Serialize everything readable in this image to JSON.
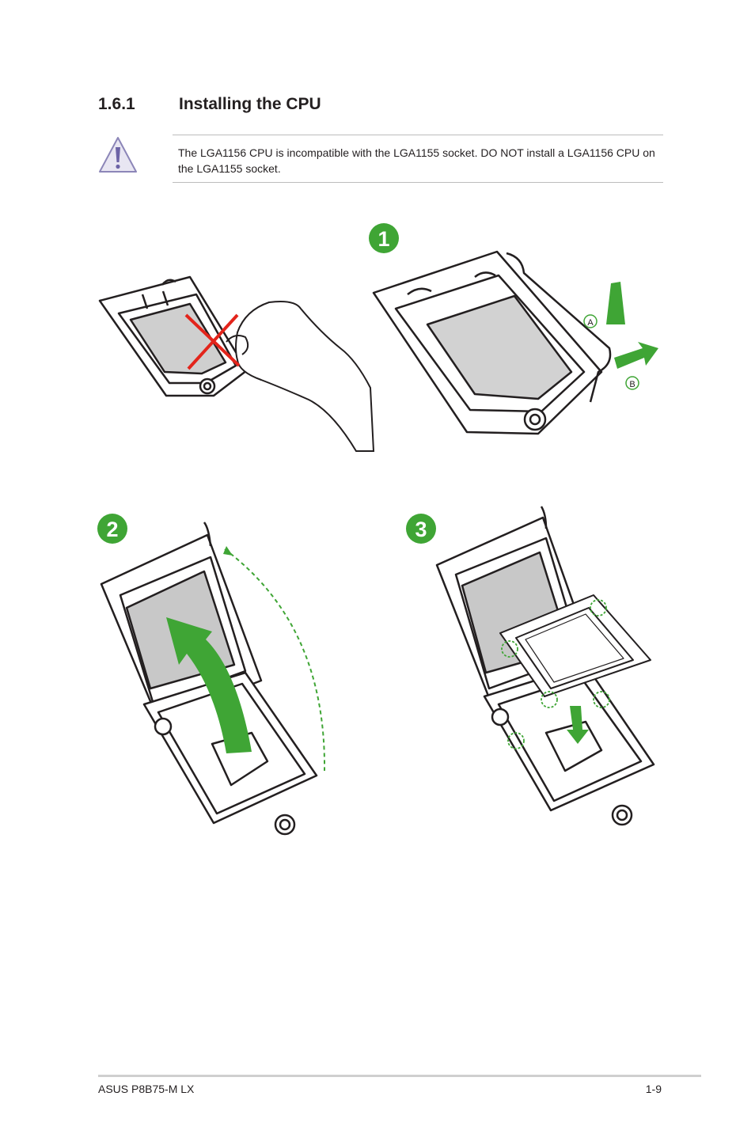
{
  "section": {
    "number": "1.6.1",
    "title": "Installing the CPU"
  },
  "note": {
    "icon": "warning-triangle-icon",
    "text": "The LGA1156 CPU is incompatible with the LGA1155 socket. DO NOT install a LGA1156 CPU on the LGA1155 socket."
  },
  "figure": {
    "step_labels": [
      "1",
      "2",
      "3"
    ],
    "sub_labels": [
      "A",
      "B"
    ],
    "colors": {
      "step_badge": "#3fa535",
      "arrow": "#3fa535",
      "cross": "#e3241b",
      "cpu_fill": "#c8c8c8"
    }
  },
  "footer": {
    "left": "ASUS P8B75-M LX",
    "right": "1-9"
  }
}
